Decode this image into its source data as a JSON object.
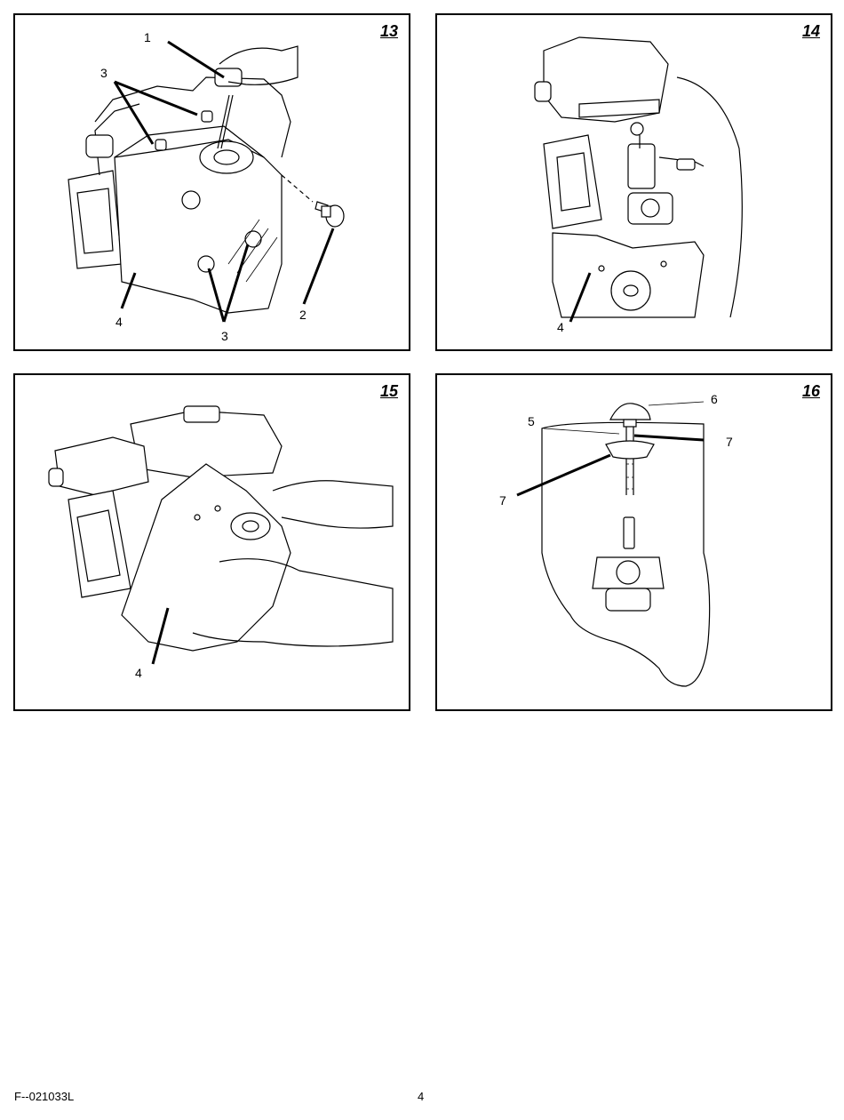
{
  "figures": [
    {
      "number": "13",
      "callouts": [
        "1",
        "2",
        "3",
        "3",
        "4"
      ]
    },
    {
      "number": "14",
      "callouts": [
        "4"
      ]
    },
    {
      "number": "15",
      "callouts": [
        "4"
      ]
    },
    {
      "number": "16",
      "callouts": [
        "5",
        "6",
        "7",
        "7"
      ]
    }
  ],
  "footer": {
    "code": "F--021033L",
    "page": "4"
  }
}
